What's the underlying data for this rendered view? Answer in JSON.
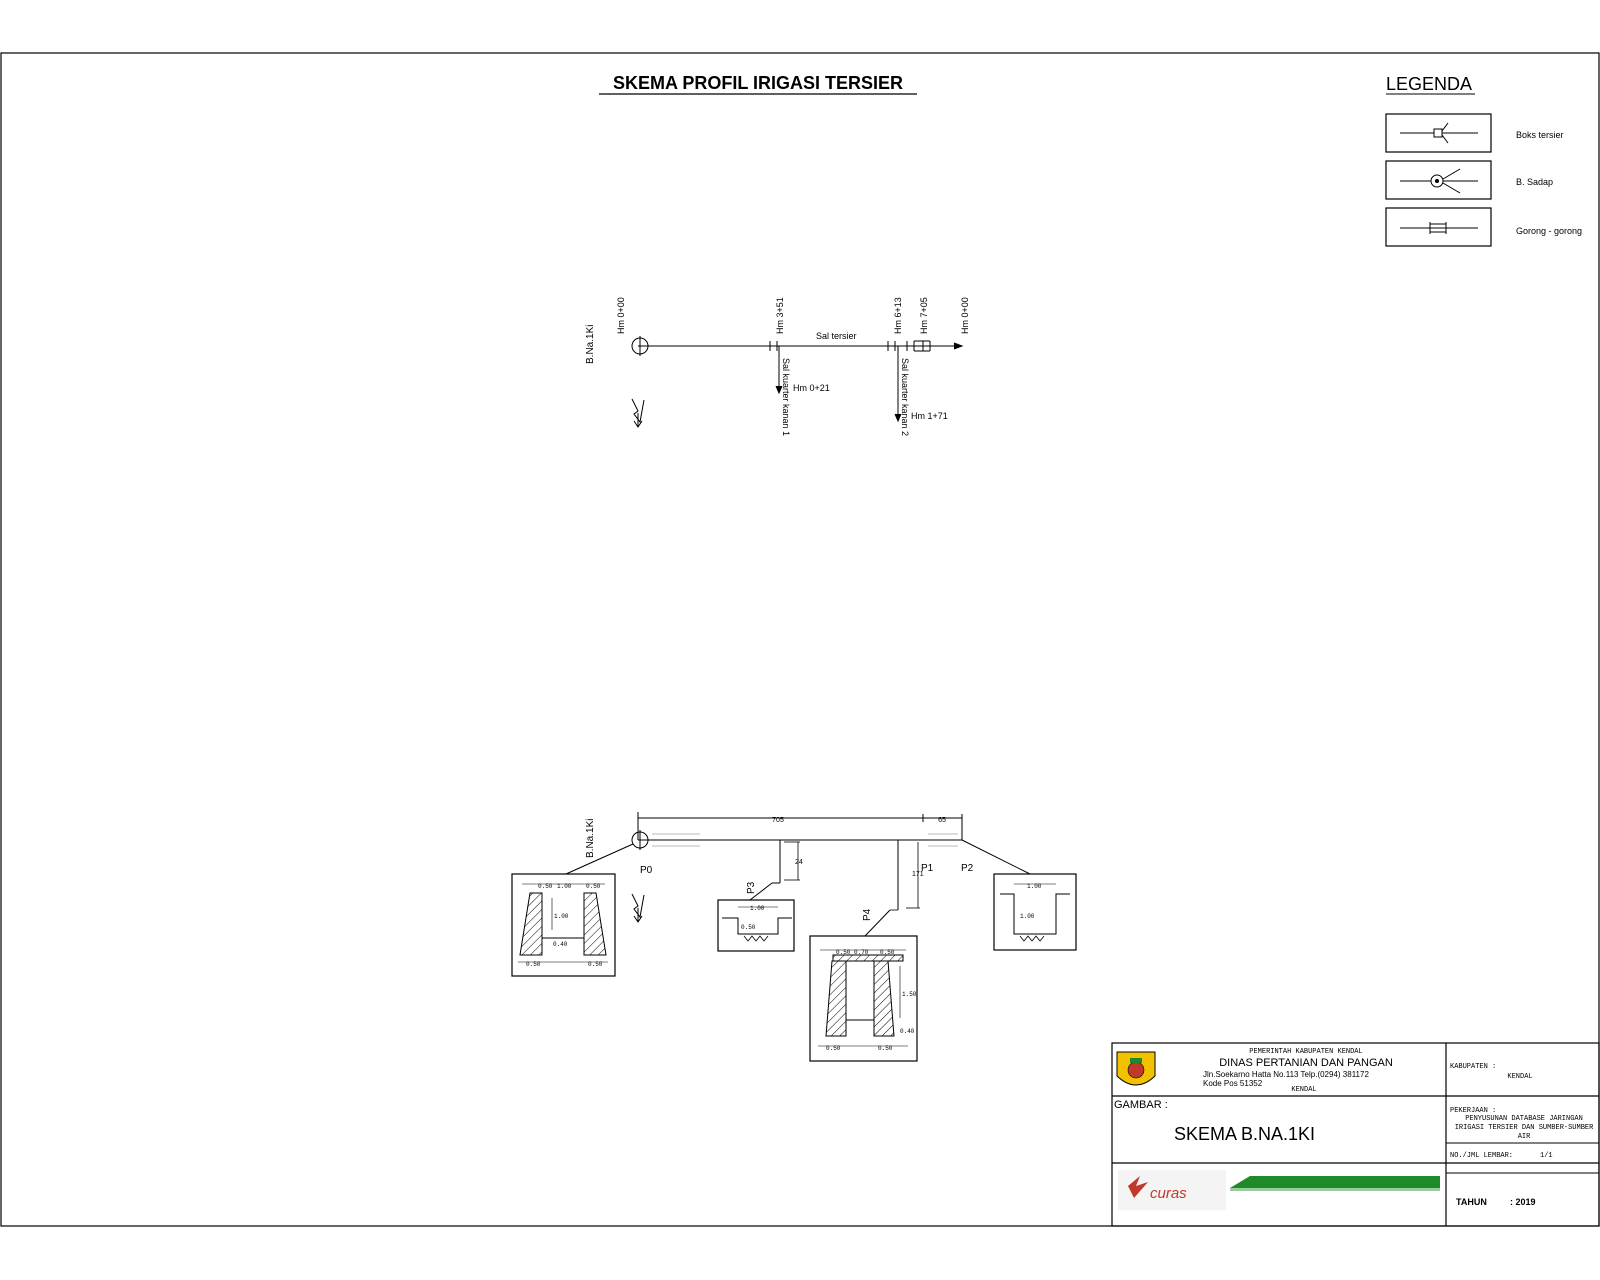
{
  "title": "SKEMA PROFIL IRIGASI TERSIER",
  "legend": {
    "title": "LEGENDA",
    "items": [
      {
        "label": "Boks tersier",
        "icon": "boks-tersier-icon"
      },
      {
        "label": "B. Sadap",
        "icon": "bangunan-sadap-icon"
      },
      {
        "label": "Gorong - gorong",
        "icon": "gorong-gorong-icon"
      }
    ]
  },
  "schema": {
    "source_label": "B.Na.1Ki",
    "channel_label": "Sal tersier",
    "stations": [
      "Hm 0+00",
      "Hm 3+51",
      "Hm 6+13",
      "Hm 7+05",
      "Hm 0+00"
    ],
    "branch1_label": "Sal kuarter kanan 1",
    "branch1_end": "Hm 0+21",
    "branch2_label": "Sal kuarter kanan 2",
    "branch2_end": "Hm 1+71"
  },
  "profile": {
    "source_label": "B.Na.1Ki",
    "length_main": "705",
    "length_end": "65",
    "branch1_length": "24",
    "branch2_length": "171",
    "points": [
      "P0",
      "P1",
      "P2",
      "P3",
      "P4"
    ],
    "sec_p0": {
      "top_left": "0.50",
      "top_mid": "1.00",
      "top_right": "0.50",
      "height": "1.00",
      "bottom": "0.40",
      "foot_left": "0.50",
      "foot_right": "0.50"
    },
    "sec_p3": {
      "top": "1.00",
      "depth": "0.50"
    },
    "sec_p4": {
      "top_left": "0.50",
      "top_mid": "0.70",
      "top_right": "0.50",
      "height": "1.50",
      "bottom": "0.40",
      "foot_left": "0.50",
      "foot_right": "0.50"
    },
    "sec_p2": {
      "top": "1.00",
      "depth": "1.00"
    }
  },
  "titleblock": {
    "gov": "PEMERINTAH KABUPATEN KENDAL",
    "dept": "DINAS PERTANIAN DAN PANGAN",
    "address": "Jln.Soekarno Hatta No.113 Telp.(0294) 381172",
    "postcode": "Kode Pos 51352",
    "city": "KENDAL",
    "kabupaten_label": "KABUPATEN :",
    "kabupaten_value": "KENDAL",
    "gambar_label": "GAMBAR :",
    "gambar_value": "SKEMA B.NA.1KI",
    "pekerjaan_label": "PEKERJAAN :",
    "pekerjaan_line1": "PENYUSUNAN DATABASE JARINGAN",
    "pekerjaan_line2": "IRIGASI TERSIER DAN SUMBER-SUMBER",
    "pekerjaan_line3": "AIR",
    "lembar_label": "NO./JML LEMBAR:",
    "lembar_value": "1/1",
    "tahun_label": "TAHUN",
    "tahun_value": ": 2019",
    "consultant": "curas"
  },
  "colors": {
    "line": "#000000",
    "accent_green": "#1f8a2a",
    "accent_red": "#c0392b",
    "logo_yellow": "#f2c200"
  }
}
